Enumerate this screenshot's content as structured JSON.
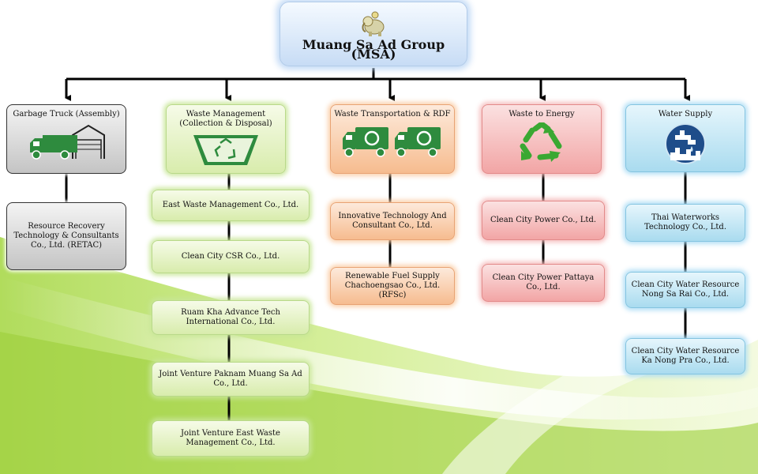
{
  "root": {
    "title": "Muang Sa Ad Group (MSA)",
    "logo_icon": "elephant-logo-icon"
  },
  "categories": [
    {
      "title": "Garbage Truck (Assembly)",
      "icon": "truck-garage-icon",
      "color": "#c4c4c4",
      "companies": [
        "Resource Recovery Technology & Consultants Co., Ltd. (RETAC)"
      ]
    },
    {
      "title": "Waste Management (Collection & Disposal)",
      "icon": "recycle-bin-icon",
      "color": "#d8ecac",
      "companies": [
        "East Waste Management Co., Ltd.",
        "Clean City CSR Co., Ltd.",
        "Ruam Kha Advance Tech International Co., Ltd.",
        "Joint Venture Paknam Muang Sa Ad Co., Ltd.",
        "Joint Venture East Waste Management Co., Ltd."
      ]
    },
    {
      "title": "Waste Transportation & RDF",
      "icon": "recycle-trucks-icon",
      "color": "#f6bc8f",
      "companies": [
        "Innovative Technology And Consultant Co., Ltd.",
        "Renewable Fuel Supply Chachoengsao Co., Ltd. (RFSc)"
      ]
    },
    {
      "title": "Waste to Energy",
      "icon": "recycle-arrows-icon",
      "color": "#f2a5a5",
      "companies": [
        "Clean City Power Co., Ltd.",
        "Clean City Power Pattaya Co., Ltd."
      ]
    },
    {
      "title": "Water Supply",
      "icon": "water-tap-icon",
      "color": "#a9dbef",
      "companies": [
        "Thai Waterworks Technology Co., Ltd.",
        "Clean City Water Resource Nong Sa Rai Co., Ltd.",
        "Clean City Water Resource Ka Nong Pra Co., Ltd."
      ]
    }
  ]
}
